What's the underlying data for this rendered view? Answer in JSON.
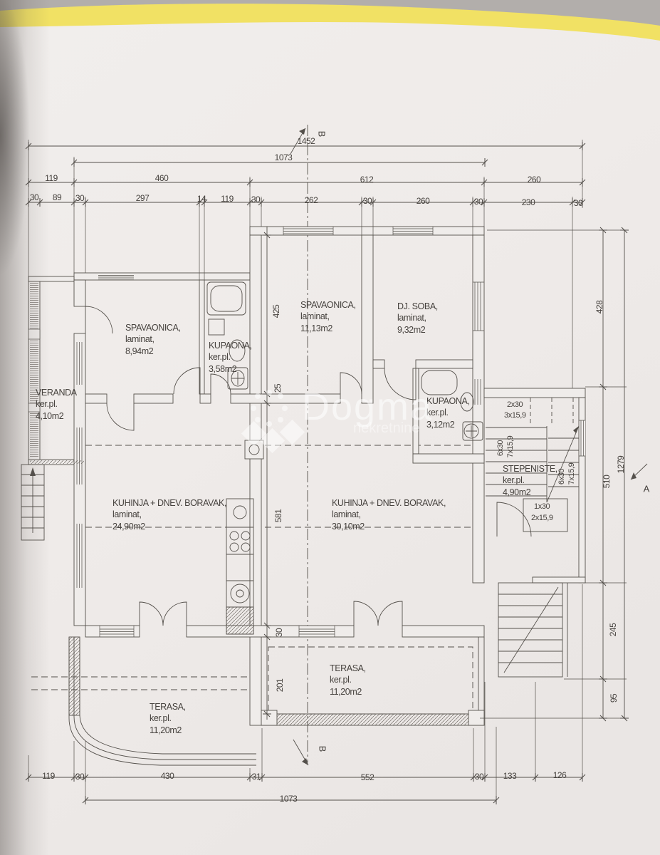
{
  "photo": {
    "backdrop_color": "#b2aeab",
    "highlighter_color": "#f1e164",
    "paper_color": "#efecea",
    "ink_color": "#4f4b47"
  },
  "watermark": {
    "brand": "Dogma",
    "sub": "nekretnine"
  },
  "markers": {
    "section_top": "B",
    "section_bottom": "B",
    "section_right": "A"
  },
  "rooms": {
    "veranda": {
      "name": "VERANDA",
      "floor": "ker.pl.",
      "area": "4,10m2"
    },
    "spavaonica1": {
      "name": "SPAVAONICA,",
      "floor": "laminat,",
      "area": "8,94m2"
    },
    "kupaona1": {
      "name": "KUPAONA,",
      "floor": "ker.pl.",
      "area": "3,58m2"
    },
    "spavaonica2": {
      "name": "SPAVAONICA,",
      "floor": "laminat,",
      "area": "11,13m2"
    },
    "dj_soba": {
      "name": "DJ. SOBA,",
      "floor": "laminat,",
      "area": "9,32m2"
    },
    "kupaona2": {
      "name": "KUPAONA,",
      "floor": "ker.pl.",
      "area": "3,12m2"
    },
    "stepeniste": {
      "name": "STEPENISTE,",
      "floor": "ker.pl.",
      "area": "4,90m2"
    },
    "kuhinja1": {
      "name": "KUHINJA + DNEV. BORAVAK,",
      "floor": "laminat,",
      "area": "24,90m2"
    },
    "kuhinja2": {
      "name": "KUHINJA + DNEV. BORAVAK,",
      "floor": "laminat,",
      "area": "30,10m2"
    },
    "terasa_left": {
      "name": "TERASA,",
      "floor": "ker.pl.",
      "area": "11,20m2"
    },
    "terasa_right": {
      "name": "TERASA,",
      "floor": "ker.pl.",
      "area": "11,20m2"
    }
  },
  "stairs": {
    "flight_top": [
      "2x30",
      "3x15,9"
    ],
    "flight_left": [
      "6x30",
      "7x15,9"
    ],
    "flight_right": [
      "6x30",
      "7x15,9"
    ],
    "flight_bottom": [
      "1x30",
      "2x15,9"
    ]
  },
  "dims": {
    "top_overall": "1452",
    "top_main": "1073",
    "top_row3": [
      "119",
      "460",
      "612",
      "260"
    ],
    "top_row4": [
      "30",
      "89",
      "30",
      "297",
      "14",
      "119",
      "30",
      "262",
      "30",
      "260",
      "30",
      "230",
      "30"
    ],
    "bottom_row": [
      "119",
      "30",
      "430",
      "31",
      "552",
      "30",
      "133",
      "126"
    ],
    "bottom_overall": "1073",
    "mid_vertical": [
      "425",
      "25",
      "581",
      "30",
      "201"
    ],
    "right_vertical": [
      "428",
      "510",
      "245",
      "95"
    ],
    "right_overall": "1279"
  }
}
